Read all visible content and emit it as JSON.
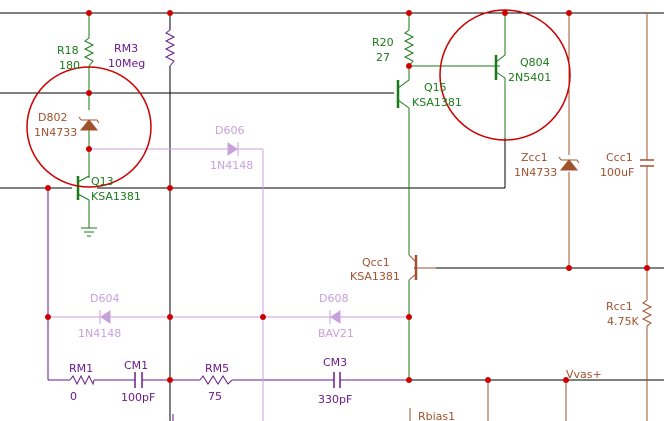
{
  "schematic": {
    "components": {
      "r18": {
        "ref": "R18",
        "value": "180"
      },
      "rm3": {
        "ref": "RM3",
        "value": "10Meg"
      },
      "r20": {
        "ref": "R20",
        "value": "27"
      },
      "q15": {
        "ref": "Q15",
        "value": "KSA1381"
      },
      "q804": {
        "ref": "Q804",
        "value": "2N5401"
      },
      "d802": {
        "ref": "D802",
        "value": "1N4733"
      },
      "d606": {
        "ref": "D606",
        "value": "1N4148"
      },
      "q13": {
        "ref": "Q13",
        "value": "KSA1381"
      },
      "zcc1": {
        "ref": "Zcc1",
        "value": "1N4733"
      },
      "ccc1": {
        "ref": "Ccc1",
        "value": "100uF"
      },
      "qcc1": {
        "ref": "Qcc1",
        "value": "KSA1381"
      },
      "d604": {
        "ref": "D604",
        "value": "1N4148"
      },
      "d608": {
        "ref": "D608",
        "value": "BAV21"
      },
      "rcc1": {
        "ref": "Rcc1",
        "value": "4.75K"
      },
      "rm1": {
        "ref": "RM1",
        "value": "0"
      },
      "cm1": {
        "ref": "CM1",
        "value": "100pF"
      },
      "rm5": {
        "ref": "RM5",
        "value": "75"
      },
      "cm3": {
        "ref": "CM3",
        "value": "330pF"
      }
    },
    "net_labels": {
      "vvas": "Vvas+",
      "rbias": "Rbias1"
    },
    "colors": {
      "wire": "#000000",
      "green": "#1a7a1a",
      "purple": "#6a1a8a",
      "light_purple": "#c8a0dc",
      "brown": "#a0522d",
      "junction": "#cc0000",
      "highlight": "#cc0000"
    }
  }
}
